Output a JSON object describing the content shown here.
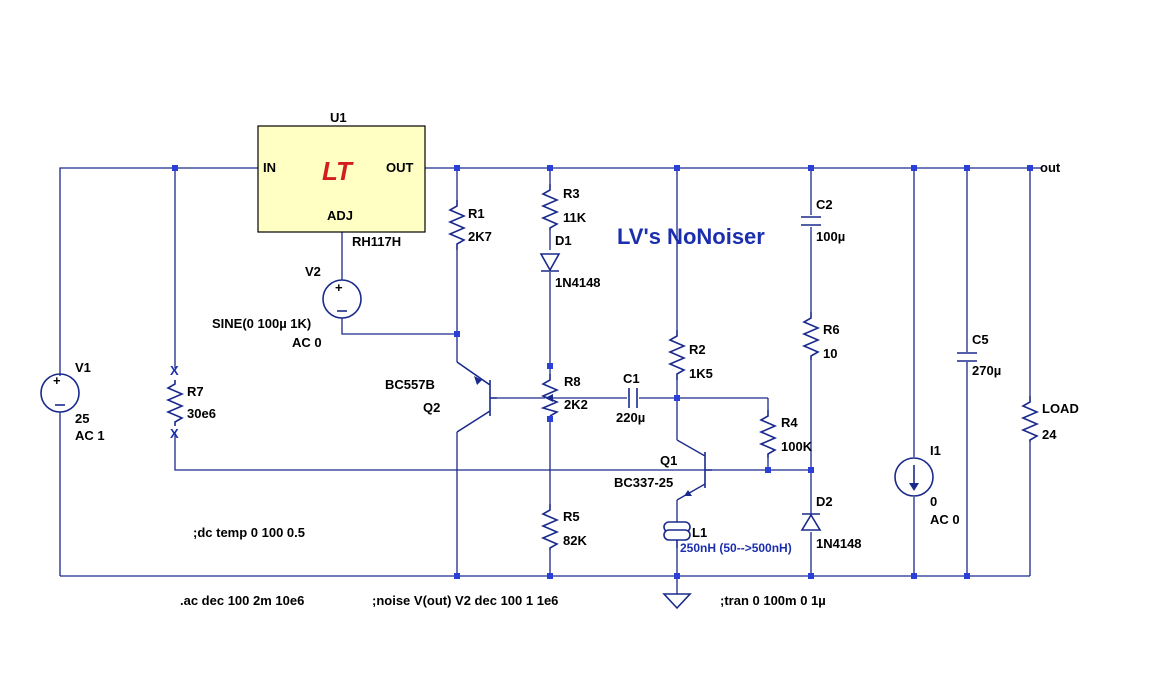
{
  "title": "LV's NoNoiser",
  "net_label": "out",
  "u1": {
    "ref": "U1",
    "in": "IN",
    "out": "OUT",
    "adj": "ADJ",
    "part": "RH117H"
  },
  "v1": {
    "ref": "V1",
    "value": "25",
    "ac": "AC 1"
  },
  "v2": {
    "ref": "V2",
    "value": "SINE(0 100µ 1K)",
    "ac": "AC 0"
  },
  "i1": {
    "ref": "I1",
    "value": "0",
    "ac": "AC 0"
  },
  "r1": {
    "ref": "R1",
    "value": "2K7"
  },
  "r2": {
    "ref": "R2",
    "value": "1K5"
  },
  "r3": {
    "ref": "R3",
    "value": "11K"
  },
  "r4": {
    "ref": "R4",
    "value": "100K"
  },
  "r5": {
    "ref": "R5",
    "value": "82K"
  },
  "r6": {
    "ref": "R6",
    "value": "10"
  },
  "r7": {
    "ref": "R7",
    "value": "30e6"
  },
  "r8": {
    "ref": "R8",
    "value": "2K2"
  },
  "c1": {
    "ref": "C1",
    "value": "220µ"
  },
  "c2": {
    "ref": "C2",
    "value": "100µ"
  },
  "c5": {
    "ref": "C5",
    "value": "270µ"
  },
  "d1": {
    "ref": "D1",
    "value": "1N4148"
  },
  "d2": {
    "ref": "D2",
    "value": "1N4148"
  },
  "q1": {
    "ref": "Q1",
    "value": "BC337-25"
  },
  "q2": {
    "ref": "Q2",
    "value": "BC557B"
  },
  "l1": {
    "ref": "L1",
    "value": "250nH (50-->500nH)"
  },
  "load": {
    "ref": "LOAD",
    "value": "24"
  },
  "directives": {
    "dc": ";dc temp 0 100 0.5",
    "ac": ".ac dec 100 2m 10e6",
    "noise": ";noise V(out) V2 dec 100 1 1e6",
    "tran": ";tran 0 100m 0 1µ"
  },
  "colors": {
    "wire": "#1a2a8c",
    "junction": "#2a3fd8",
    "u1_fill": "#ffffc4",
    "logo": "#d21e1e",
    "title": "#1b2fae"
  }
}
